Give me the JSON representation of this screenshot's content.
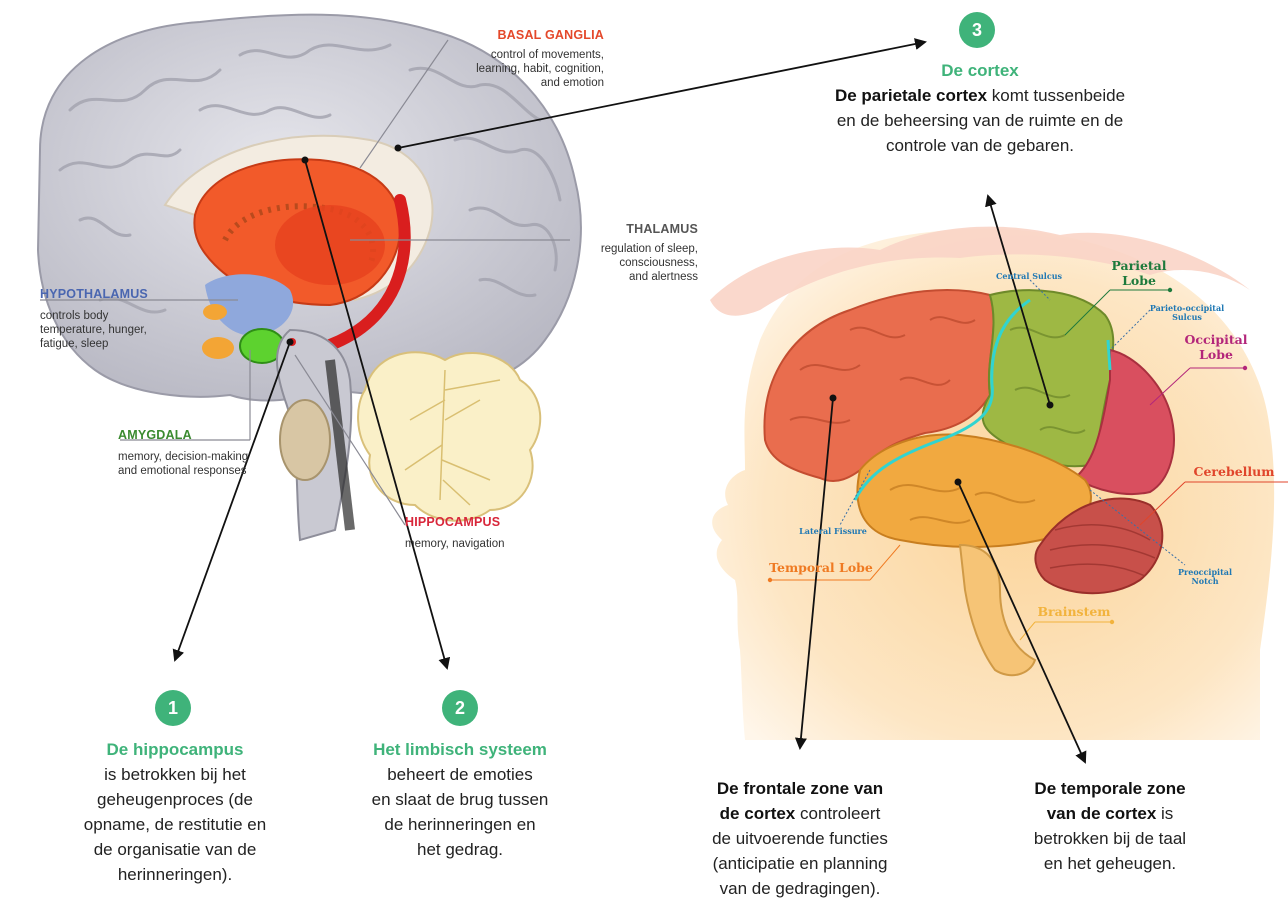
{
  "left_diagram": {
    "basal_ganglia": {
      "title": "BASAL GANGLIA",
      "desc": [
        "control of movements,",
        "learning, habit, cognition,",
        "and emotion"
      ],
      "color": "#e4482a"
    },
    "thalamus": {
      "title": "THALAMUS",
      "desc": [
        "regulation of sleep,",
        "consciousness,",
        "and alertness"
      ],
      "color": "#555555"
    },
    "hypothalamus": {
      "title": "HYPOTHALAMUS",
      "desc": [
        "controls body",
        "temperature, hunger,",
        "fatigue, sleep"
      ],
      "color": "#4a66b0"
    },
    "amygdala": {
      "title": "AMYGDALA",
      "desc": [
        "memory, decision-making",
        "and emotional responses"
      ],
      "color": "#3a8a2f"
    },
    "hippocampus": {
      "title": "HIPPOCAMPUS",
      "desc": [
        "memory, navigation"
      ],
      "color": "#d8263a"
    }
  },
  "right_diagram": {
    "parietal_lobe": {
      "line1": "Parietal",
      "line2": "Lobe",
      "color": "#1e7a3c"
    },
    "occipital_lobe": {
      "line1": "Occipital",
      "line2": "Lobe",
      "color": "#b3267a"
    },
    "cerebellum": {
      "label": "Cerebellum",
      "color": "#e0452b"
    },
    "temporal_lobe": {
      "label": "Temporal Lobe",
      "color": "#ef7a22"
    },
    "brainstem": {
      "label": "Brainstem",
      "color": "#f2b33d"
    },
    "central_sulcus": "Central Sulcus",
    "parieto_occipital": {
      "line1": "Parieto-occipital",
      "line2": "Sulcus"
    },
    "lateral_fissure": "Lateral Fissure",
    "preoccipital": {
      "line1": "Preoccipital",
      "line2": "Notch"
    }
  },
  "callouts": {
    "one": {
      "number": "1",
      "title": "De hippocampus",
      "lines": [
        "is betrokken bij het",
        "geheugenproces (de",
        "opname, de restitutie en",
        "de organisatie van de",
        "herinneringen)."
      ]
    },
    "two": {
      "number": "2",
      "title": "Het limbisch systeem",
      "lines": [
        "beheert de emoties",
        "en slaat de brug tussen",
        "de herinneringen en",
        "het gedrag."
      ]
    },
    "three": {
      "number": "3",
      "title": "De cortex",
      "bold": "De parietale cortex",
      "line1_rest": " komt tussenbeide",
      "lines": [
        "en de beheersing van de ruimte en de",
        "controle van de gebaren."
      ]
    },
    "frontal": {
      "bold1": "De frontale zone van",
      "bold2": "de cortex",
      "rest2": " controleert",
      "lines": [
        "de uitvoerende functies",
        "(anticipatie en planning",
        "van de gedragingen)."
      ]
    },
    "temporal": {
      "bold1": "De temporale zone",
      "bold2": "van de cortex",
      "rest2": " is",
      "lines": [
        "betrokken bij de taal",
        "en het geheugen."
      ]
    }
  },
  "colors": {
    "accent_green": "#3fb37a",
    "arrow": "#111111"
  }
}
